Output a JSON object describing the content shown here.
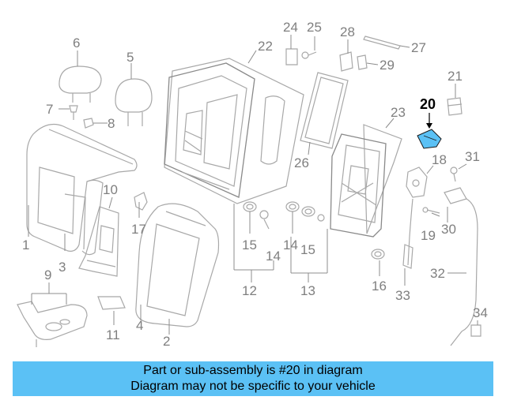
{
  "diagram": {
    "callouts": [
      "1",
      "2",
      "3",
      "4",
      "5",
      "6",
      "7",
      "8",
      "9",
      "10",
      "11",
      "12",
      "13",
      "14",
      "14",
      "15",
      "15",
      "15",
      "16",
      "17",
      "18",
      "19",
      "20",
      "21",
      "22",
      "23",
      "24",
      "25",
      "26",
      "27",
      "28",
      "29",
      "30",
      "31",
      "32",
      "33",
      "34"
    ],
    "highlighted_part": "20",
    "highlight_color": "#5bc1f5"
  },
  "banner": {
    "line1": "Part or sub-assembly is #20 in diagram",
    "line2": "Diagram may not be specific to your vehicle",
    "background": "#5bc1f5"
  }
}
